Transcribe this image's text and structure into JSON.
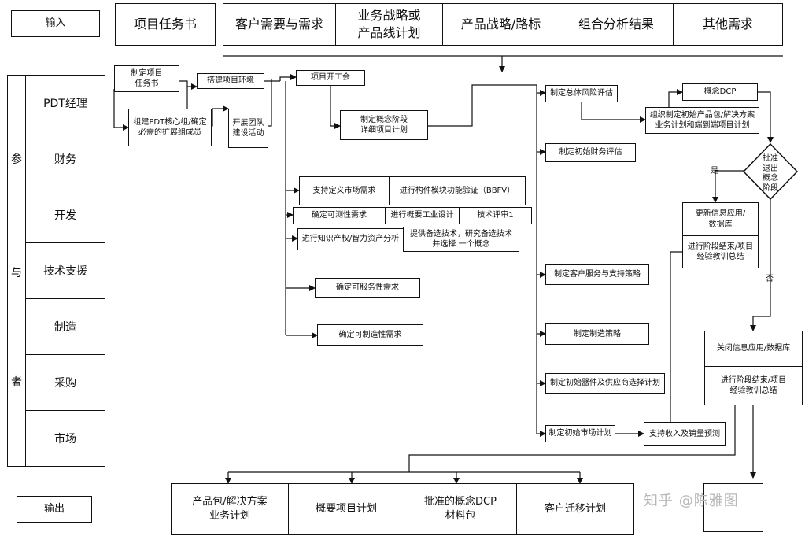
{
  "top": {
    "input_label": "输入",
    "items": [
      "项目任务书",
      "客户需要与需求",
      "业务战略或\n产品线计划",
      "产品战略/路标",
      "组合分析结果",
      "其他需求"
    ]
  },
  "participants": {
    "side_label_chars": [
      "参",
      "与",
      "者"
    ],
    "roles": [
      "PDT经理",
      "财务",
      "开发",
      "技术支援",
      "制造",
      "采购",
      "市场"
    ]
  },
  "steps": {
    "charter": "制定项目\n任务书",
    "build_env": "搭建项目环境",
    "kickoff": "项目开工会",
    "form_team": "组建PDT核心组/确定\n必需的扩展组成员",
    "team_building": "开展团队\n建设活动",
    "concept_plan": "制定概念阶段\n详细项目计划",
    "market_req": "支持定义市场需求",
    "bbfv": "进行构件模块功能验证（BBFV）",
    "testability": "确定可测性需求",
    "industrial_design": "进行概要工业设计",
    "tr1": "技术评审1",
    "ip_analysis": "进行知识产权/智力资产分析",
    "alt_tech": "提供备选技术，研究备选技术\n并选择 一个概念",
    "serviceability": "确定可服务性需求",
    "manufacturability": "确定可制造性需求",
    "risk": "制定总体风险评估",
    "finance_eval": "制定初始财务评估",
    "service_strategy": "制定客户服务与支持策略",
    "mfg_strategy": "制定制造策略",
    "supplier": "制定初始器件及供应商选择计划",
    "market_plan": "制定初始市场计划",
    "revenue": "支持收入及销量预测",
    "dcp": "概念DCP",
    "package_plan": "组织制定初始产品包/解决方案\n业务计划和端到端项目计划",
    "decision": "批准\n退出\n概念\n阶段",
    "yes": "是",
    "no": "否",
    "update_db": "更新信息应用/\n数据库",
    "closure_lessons": "进行阶段结束/项目\n经验教训总结",
    "close_db": "关闭信息应用/数据库",
    "closure_lessons2": "进行阶段结束/项目\n经验教训总结"
  },
  "bottom": {
    "output_label": "输出",
    "items": [
      "产品包/解决方案\n业务计划",
      "概要项目计划",
      "批准的概念DCP\n材料包",
      "客户迁移计划"
    ]
  },
  "watermark": "知乎 @陈雅图"
}
